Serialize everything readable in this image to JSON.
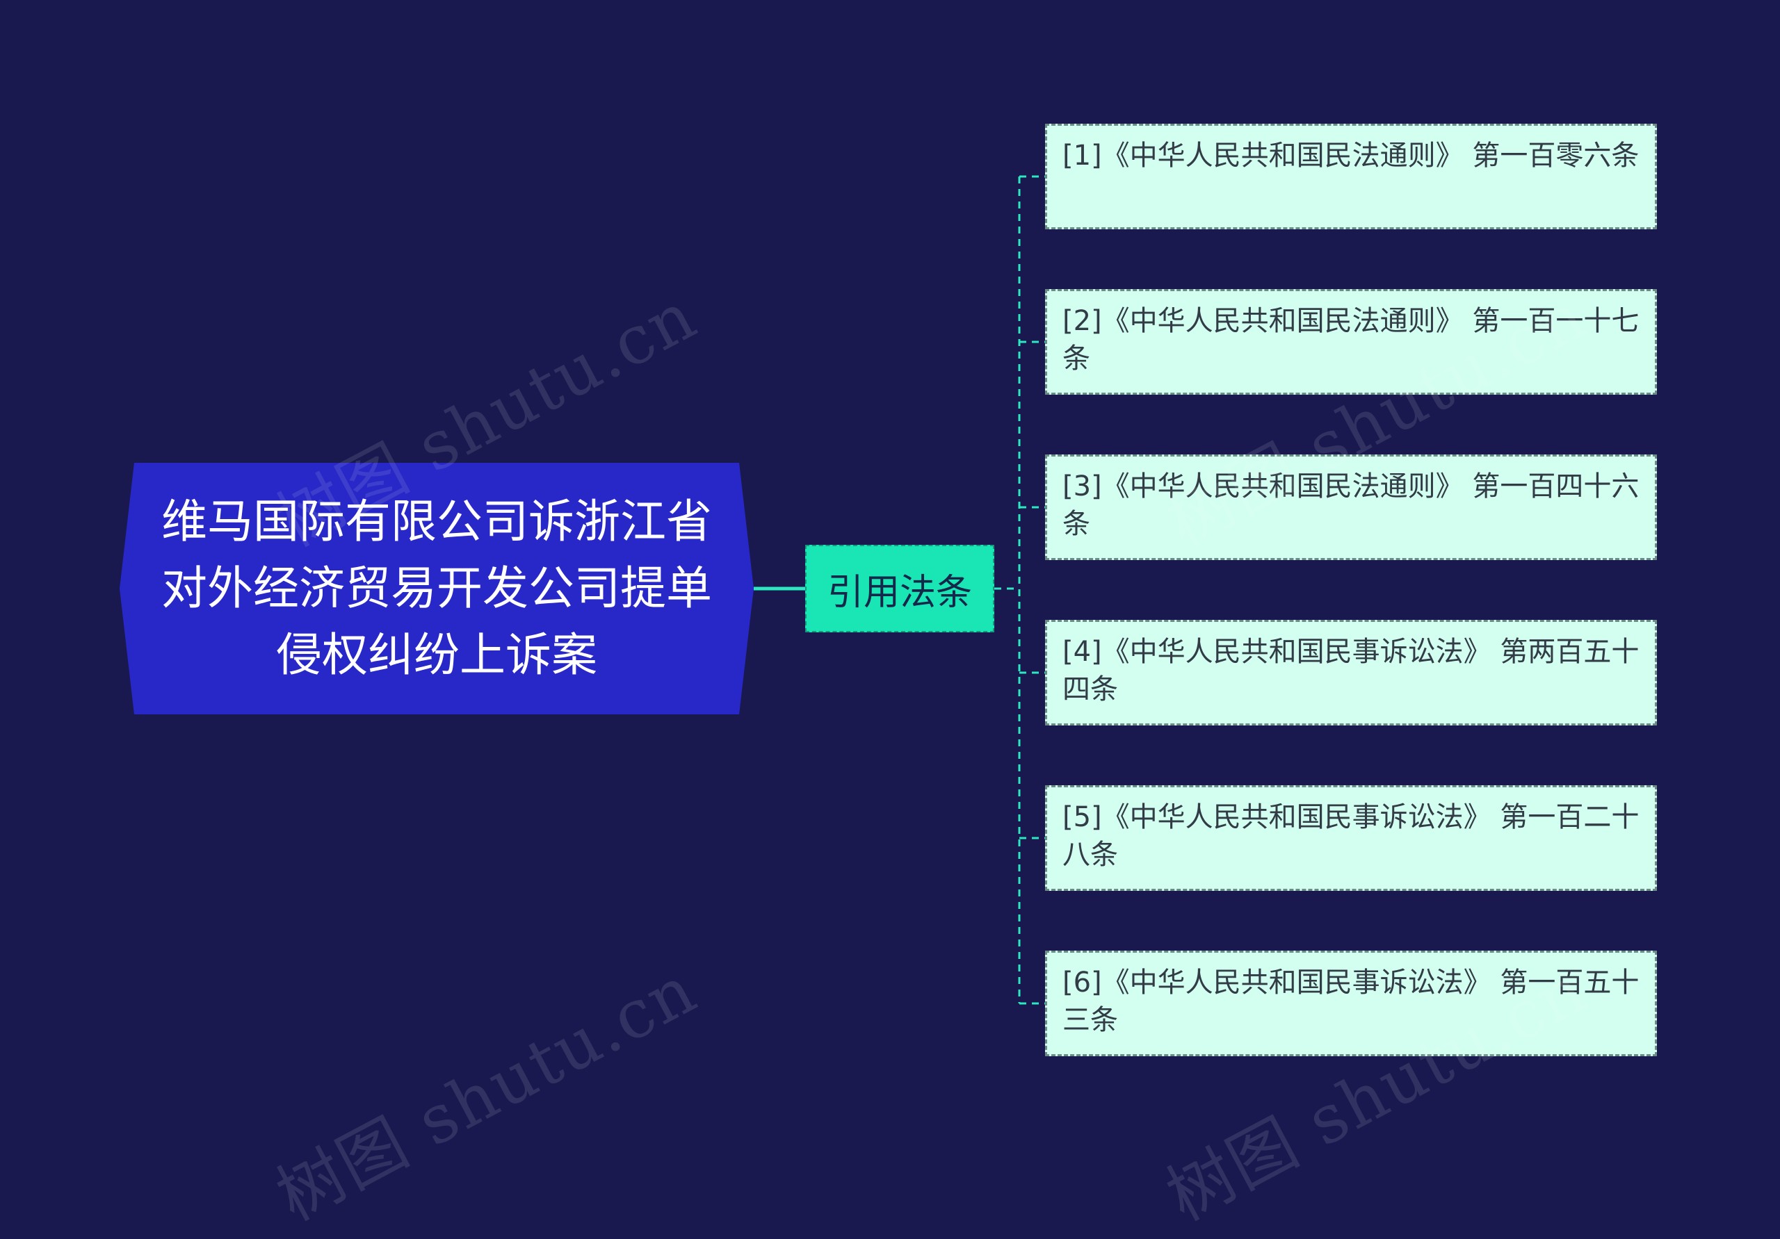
{
  "colors": {
    "background": "#191950",
    "root_fill": "#2828c8",
    "root_text": "#ffffff",
    "mid_fill": "#19e6b4",
    "mid_text": "#14284a",
    "leaf_fill": "#d2fff0",
    "leaf_text": "#323c46",
    "connector": "#2ee6bf",
    "watermark": "#ffffff"
  },
  "root": {
    "label": "维马国际有限公司诉浙江省对外经济贸易开发公司提单侵权纠纷上诉案"
  },
  "branch": {
    "label": "引用法条"
  },
  "leaves": [
    {
      "label": "[1]《中华人民共和国民法通则》 第一百零六条"
    },
    {
      "label": "[2]《中华人民共和国民法通则》 第一百一十七条"
    },
    {
      "label": "[3]《中华人民共和国民法通则》 第一百四十六条"
    },
    {
      "label": "[4]《中华人民共和国民事诉讼法》 第两百五十四条"
    },
    {
      "label": "[5]《中华人民共和国民事诉讼法》 第一百二十八条"
    },
    {
      "label": "[6]《中华人民共和国民事诉讼法》 第一百五十三条"
    }
  ],
  "watermark": {
    "text": "树图 shutu.cn"
  }
}
